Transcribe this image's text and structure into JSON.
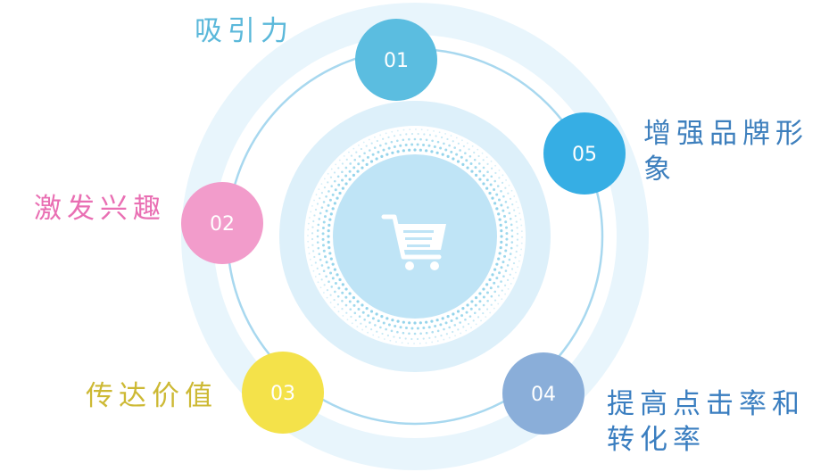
{
  "nodes": [
    {
      "id": "01",
      "number": "01",
      "label": "吸引力",
      "color": "#5bbde0",
      "text_color": "#5bb8da"
    },
    {
      "id": "02",
      "number": "02",
      "label": "激发兴趣",
      "color": "#f29ccb",
      "text_color": "#e96fb3"
    },
    {
      "id": "03",
      "number": "03",
      "label": "传达价值",
      "color": "#f4e24a",
      "text_color": "#cdb934"
    },
    {
      "id": "04",
      "number": "04",
      "label": "提高点击率和转化率",
      "color": "#8aaed9",
      "text_color": "#3a7ec0"
    },
    {
      "id": "05",
      "number": "05",
      "label": "增强品牌形象",
      "color": "#36aee4",
      "text_color": "#3d7fbd"
    }
  ],
  "center_icon": "shopping-cart-icon",
  "colors": {
    "halo_outer": "#e8f5fc",
    "orbit_ring": "#a8d8ef",
    "halo_inner": "#ddf0fa",
    "dots": "#8fd2ea",
    "core": "#bfe4f6",
    "icon": "#ffffff"
  }
}
